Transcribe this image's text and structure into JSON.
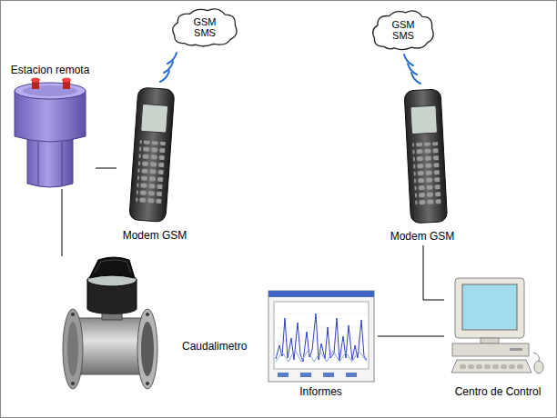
{
  "diagram": {
    "nodes": [
      {
        "text": [
          "GSM SMS"
        ]
      },
      {
        "text": [
          "GSM SMS"
        ]
      },
      {
        "text": [
          "Estacion remota"
        ]
      },
      {
        "text": [
          "Modem GSM"
        ]
      },
      {
        "text": [
          "Modem GSM"
        ]
      },
      {
        "text": [
          "Caudalimetro"
        ]
      },
      {
        "text": [
          "Informes"
        ]
      },
      {
        "text": [
          "Centro de Control"
        ]
      }
    ],
    "edges": [
      {
        "from": 2,
        "to": 3,
        "arrow": "none"
      },
      {
        "from": 2,
        "to": 5,
        "arrow": "none"
      },
      {
        "from": 4,
        "to": 7,
        "arrow": "none"
      },
      {
        "from": 6,
        "to": 7,
        "arrow": "none"
      }
    ]
  }
}
